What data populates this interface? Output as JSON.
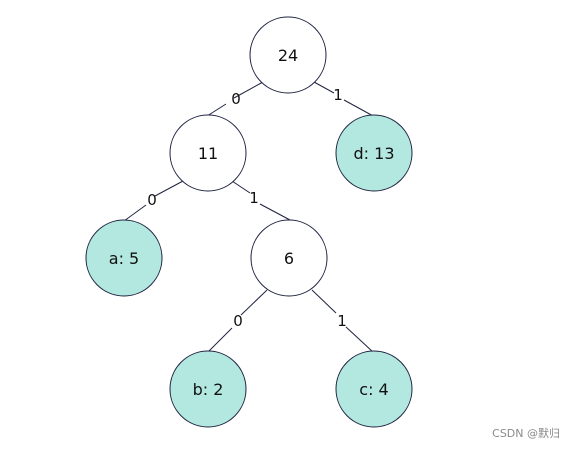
{
  "colors": {
    "internal_fill": "#ffffff",
    "leaf_fill": "#b3e8e0",
    "stroke": "#1f2340"
  },
  "nodes": [
    {
      "id": "root",
      "label": "24",
      "leaf": false
    },
    {
      "id": "n11",
      "label": "11",
      "leaf": false
    },
    {
      "id": "d",
      "label": "d: 13",
      "leaf": true
    },
    {
      "id": "a",
      "label": "a: 5",
      "leaf": true
    },
    {
      "id": "n6",
      "label": "6",
      "leaf": false
    },
    {
      "id": "b",
      "label": "b: 2",
      "leaf": true
    },
    {
      "id": "c",
      "label": "c: 4",
      "leaf": true
    }
  ],
  "edges": [
    {
      "from": "root",
      "to": "n11",
      "label": "0"
    },
    {
      "from": "root",
      "to": "d",
      "label": "1"
    },
    {
      "from": "n11",
      "to": "a",
      "label": "0"
    },
    {
      "from": "n11",
      "to": "n6",
      "label": "1"
    },
    {
      "from": "n6",
      "to": "b",
      "label": "0"
    },
    {
      "from": "n6",
      "to": "c",
      "label": "1"
    }
  ],
  "watermark": "CSDN @默归"
}
